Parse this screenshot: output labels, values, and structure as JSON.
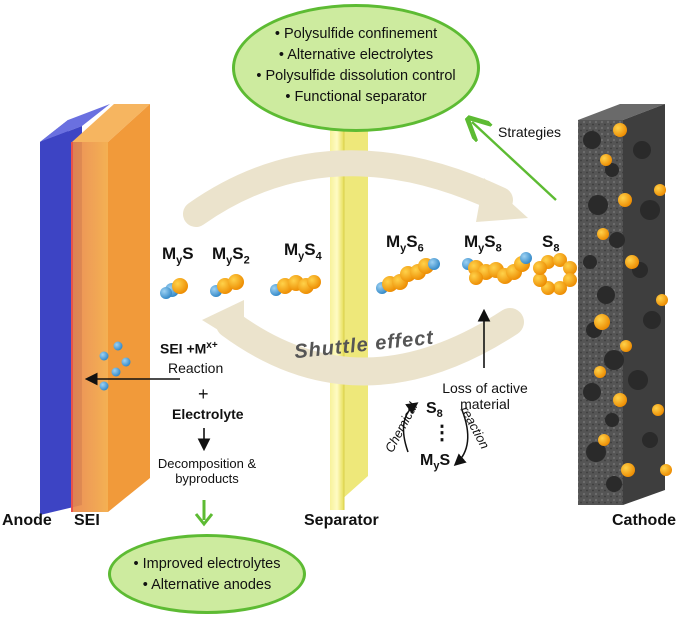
{
  "strategies_box": {
    "items": [
      "Polysulfide confinement",
      "Alternative electrolytes",
      "Polysulfide dissolution control",
      "Functional separator"
    ]
  },
  "strategies_label": "Strategies",
  "anode_box": {
    "items": [
      "Improved electrolytes",
      "Alternative anodes"
    ]
  },
  "species": [
    {
      "main": "M",
      "sub1": "y",
      "mid": "S",
      "sub2": ""
    },
    {
      "main": "M",
      "sub1": "y",
      "mid": "S",
      "sub2": "2"
    },
    {
      "main": "M",
      "sub1": "y",
      "mid": "S",
      "sub2": "4"
    },
    {
      "main": "M",
      "sub1": "y",
      "mid": "S",
      "sub2": "6"
    },
    {
      "main": "M",
      "sub1": "y",
      "mid": "S",
      "sub2": "8"
    },
    {
      "main": "S",
      "sub1": "8",
      "mid": "",
      "sub2": ""
    }
  ],
  "shuttle_label": "Shuttle effect",
  "sei_reaction": {
    "line1": "SEI +M",
    "sup": "x+",
    "line2": "Reaction"
  },
  "plus": "+",
  "electrolyte": "Electrolyte",
  "decomposition": {
    "line1": "Decomposition &",
    "line2": "byproducts"
  },
  "loss": {
    "line1": "Loss of active",
    "line2": "material"
  },
  "cycle": {
    "top_main": "S",
    "top_sub": "8",
    "dots": "⋮",
    "bottom_main": "M",
    "bottom_sub": "y",
    "bottom_end": "S",
    "left": "Chemical",
    "right": "reaction"
  },
  "labels": {
    "anode": "Anode",
    "sei": "SEI",
    "separator": "Separator",
    "cathode": "Cathode"
  },
  "colors": {
    "anode": "#3a3fbf",
    "sei": "#f09a3a",
    "separator": "#f5f07a",
    "cathode": "#4a4a4a",
    "green_fill": "#cdeb9f",
    "green_stroke": "#5dbb33",
    "sulfur": "#f6a800",
    "metal": "#4aa3dc"
  }
}
